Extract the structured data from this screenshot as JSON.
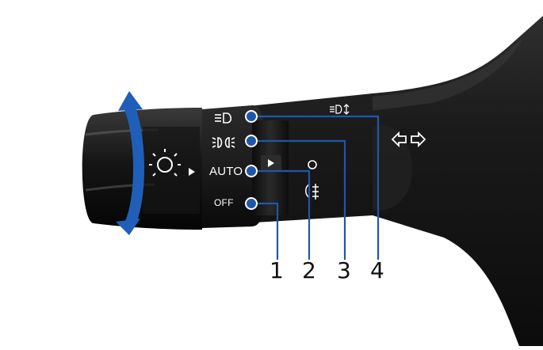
{
  "labels": {
    "auto": "AUTO",
    "off": "OFF"
  },
  "callouts": [
    {
      "number": "1",
      "target": "off-position"
    },
    {
      "number": "2",
      "target": "auto-position"
    },
    {
      "number": "3",
      "target": "parking-lights-position"
    },
    {
      "number": "4",
      "target": "headlights-position"
    }
  ],
  "icons": {
    "rotation": "rotation-arrow-icon",
    "light_sun": "light-sun-icon",
    "headlight": "headlight-icon",
    "parking_light": "parking-light-icon",
    "high_beam": "high-beam-icon",
    "turn_signals": "turn-signal-arrows-icon",
    "fog_light": "fog-light-icon",
    "indicator_ring": "ring-indicator-icon",
    "pointer": "pointer-triangle-icon"
  },
  "colors": {
    "callout_blue": "#1f57a8",
    "rotation_blue": "#1f5fb8",
    "stalk_black": "#1b1b1b",
    "text_white": "#ffffff"
  }
}
